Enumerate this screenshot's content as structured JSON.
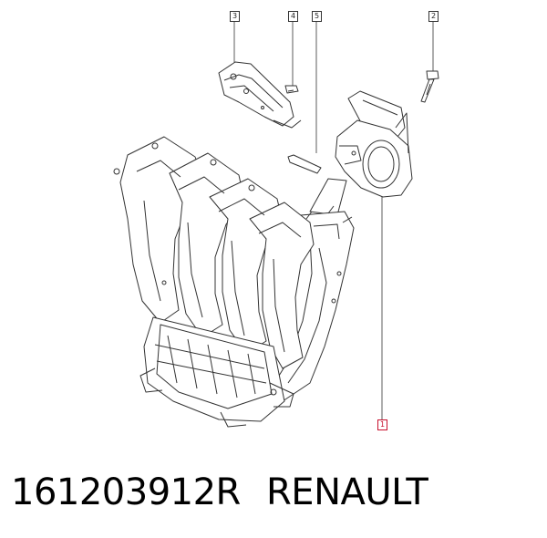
{
  "callouts": {
    "c1": "1",
    "c2": "2",
    "c3": "3",
    "c4": "4",
    "c5": "5"
  },
  "caption": {
    "part_number": "161203912R",
    "brand": "RENAULT"
  },
  "colors": {
    "line": "#333333",
    "highlight": "#c8102e",
    "fill": "#ffffff"
  }
}
